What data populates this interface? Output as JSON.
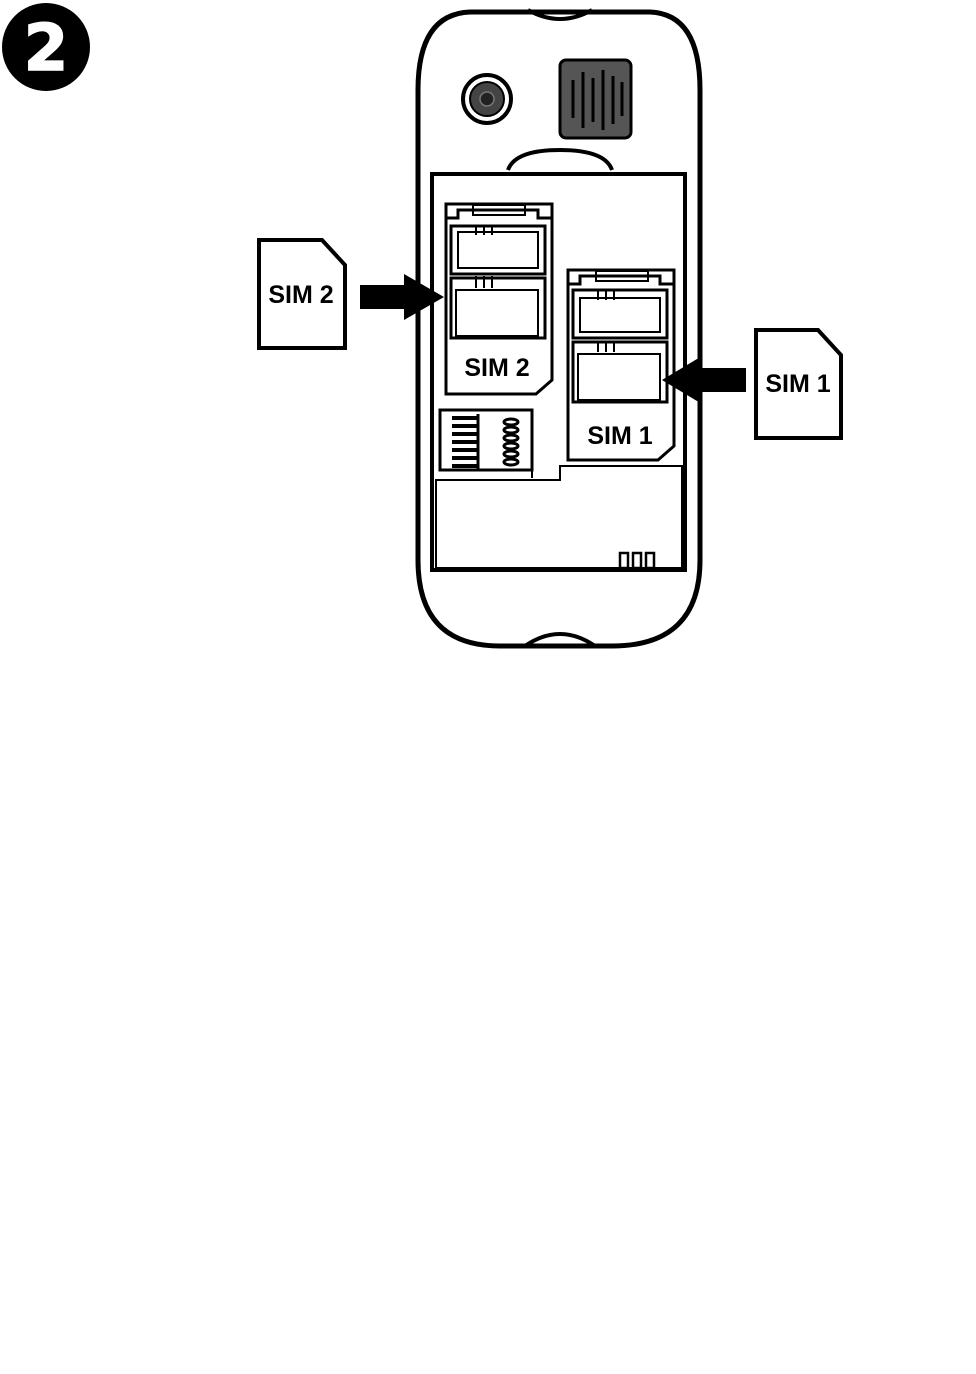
{
  "step": {
    "number": "2"
  },
  "labels": {
    "card_sim2": "SIM 2",
    "card_sim1": "SIM 1",
    "slot_sim2": "SIM 2",
    "slot_sim1": "SIM 1"
  },
  "colors": {
    "line": "#000000",
    "speaker_fill": "#555555",
    "camera_fill": "#444444",
    "background": "#ffffff"
  }
}
